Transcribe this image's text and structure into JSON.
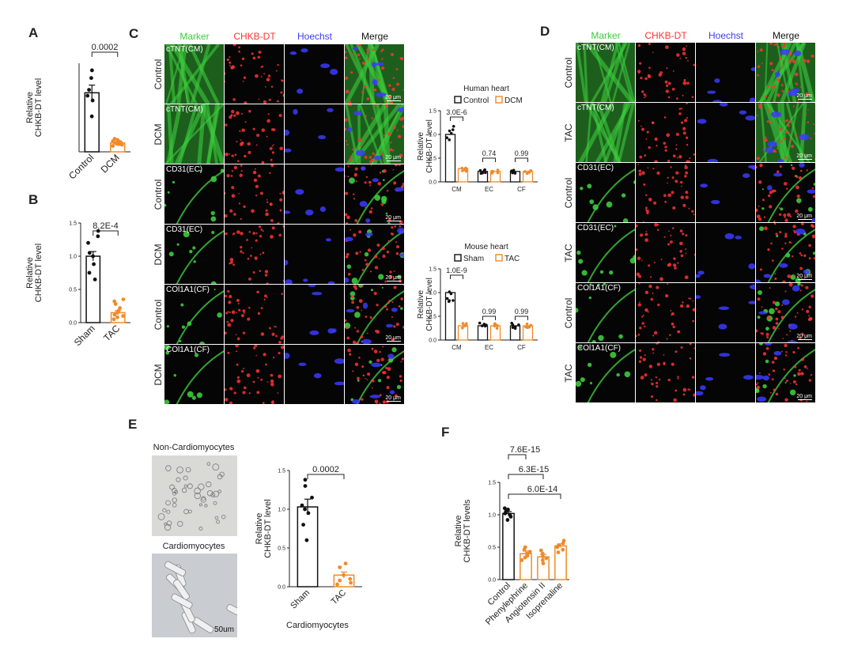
{
  "panels": {
    "A": {
      "letter": "A"
    },
    "B": {
      "letter": "B"
    },
    "C": {
      "letter": "C"
    },
    "D": {
      "letter": "D"
    },
    "E": {
      "letter": "E"
    },
    "F": {
      "letter": "F"
    }
  },
  "colors": {
    "black": "#111111",
    "orange": "#f08a2a",
    "green": "#3ccc3c",
    "red": "#ff3333",
    "blue": "#3b3bff"
  },
  "micro_headers": {
    "marker": "Marker",
    "chkb": "CHKB-DT",
    "hoechst": "Hoechst",
    "merge": "Merge"
  },
  "panelC": {
    "rows": [
      {
        "label": "Control",
        "marker": "cTNT(CM)"
      },
      {
        "label": "DCM",
        "marker": "cTNT(CM)"
      },
      {
        "label": "Control",
        "marker": "CD31(EC)"
      },
      {
        "label": "DCM",
        "marker": "CD31(EC)"
      },
      {
        "label": "Control",
        "marker": "COl1A1(CF)"
      },
      {
        "label": "DCM",
        "marker": "COl1A1(CF)"
      }
    ],
    "scale": "20 μm"
  },
  "panelD": {
    "rows": [
      {
        "label": "Control",
        "marker": "cTNT(CM)"
      },
      {
        "label": "TAC",
        "marker": "cTNT(CM)"
      },
      {
        "label": "Control",
        "marker": "CD31(EC)"
      },
      {
        "label": "TAC",
        "marker": "CD31(EC)"
      },
      {
        "label": "Control",
        "marker": "COl1A1(CF)"
      },
      {
        "label": "TAC",
        "marker": "COl1A1(CF)"
      }
    ],
    "scale": "20 μm"
  },
  "panelE": {
    "img_top_label": "Non-Cardiomyocytes",
    "img_bottom_label": "Cardiomyocytes",
    "scale": "50um",
    "group_label": "Cardiomyocytes"
  },
  "chart_data": [
    {
      "id": "A",
      "type": "bar",
      "ylabel": "Relative CHKB-DT level",
      "categories": [
        "Control",
        "DCM"
      ],
      "values": [
        1.0,
        0.15
      ],
      "sem": [
        0.13,
        0.02
      ],
      "colors": [
        "black",
        "orange"
      ],
      "ylim": [
        0,
        1.5
      ],
      "yticks": [],
      "points": [
        [
          0.6,
          0.87,
          0.95,
          1.05,
          1.25,
          1.38
        ],
        [
          0.1,
          0.12,
          0.13,
          0.14,
          0.15,
          0.16,
          0.17,
          0.18,
          0.2,
          0.22
        ]
      ],
      "annotations": [
        {
          "text": "0.0002",
          "from": 0,
          "to": 1
        }
      ]
    },
    {
      "id": "B",
      "type": "bar",
      "ylabel": "Relative CHKB-DT level",
      "categories": [
        "Sham",
        "TAC"
      ],
      "values": [
        1.0,
        0.15
      ],
      "sem": [
        0.07,
        0.03
      ],
      "colors": [
        "black",
        "orange"
      ],
      "ylim": [
        0,
        1.5
      ],
      "yticks": [
        "0.0",
        "0.5",
        "1.0",
        "1.5"
      ],
      "points": [
        [
          0.65,
          0.75,
          0.88,
          1.0,
          1.05,
          1.2,
          1.3,
          1.38
        ],
        [
          0.05,
          0.08,
          0.1,
          0.12,
          0.15,
          0.18,
          0.22,
          0.28,
          0.32,
          0.35
        ]
      ],
      "annotations": [
        {
          "text": "8.2E-4",
          "from": 0,
          "to": 1
        }
      ]
    },
    {
      "id": "C-human",
      "type": "bar",
      "title": "Human heart",
      "ylabel": "Relative CHKB-DT level",
      "categories": [
        "CM",
        "EC",
        "CF"
      ],
      "ylim": [
        0,
        1.5
      ],
      "yticks": [
        "0.0",
        "0.5",
        "1.0",
        "1.5"
      ],
      "series": [
        {
          "name": "Control",
          "color": "black",
          "values": [
            1.0,
            0.22,
            0.22
          ]
        },
        {
          "name": "DCM",
          "color": "orange",
          "values": [
            0.28,
            0.22,
            0.22
          ]
        }
      ],
      "annotations": [
        {
          "text": "3.0E-6",
          "cat": 0
        },
        {
          "text": "0.74",
          "cat": 1
        },
        {
          "text": "0.99",
          "cat": 2
        }
      ]
    },
    {
      "id": "D-mouse",
      "type": "bar",
      "title": "Mouse heart",
      "ylabel": "Relative CHKB-DT level",
      "categories": [
        "CM",
        "EC",
        "CF"
      ],
      "ylim": [
        0,
        1.5
      ],
      "yticks": [
        "0.0",
        "0.5",
        "1.0",
        "1.5"
      ],
      "series": [
        {
          "name": "Sham",
          "color": "black",
          "values": [
            1.0,
            0.3,
            0.3
          ]
        },
        {
          "name": "TAC",
          "color": "orange",
          "values": [
            0.3,
            0.3,
            0.3
          ]
        }
      ],
      "annotations": [
        {
          "text": "1.0E-9",
          "cat": 0
        },
        {
          "text": "0.99",
          "cat": 1
        },
        {
          "text": "0.99",
          "cat": 2
        }
      ]
    },
    {
      "id": "E",
      "type": "bar",
      "ylabel": "Relative CHKB-DT level",
      "categories": [
        "Sham",
        "TAC"
      ],
      "values": [
        1.03,
        0.15
      ],
      "sem": [
        0.1,
        0.04
      ],
      "colors": [
        "black",
        "orange"
      ],
      "ylim": [
        0,
        1.5
      ],
      "yticks": [
        "0.0",
        "0.5",
        "1.0",
        "1.5"
      ],
      "points": [
        [
          0.6,
          0.8,
          0.95,
          1.0,
          1.05,
          1.15,
          1.3,
          1.38
        ],
        [
          0.03,
          0.05,
          0.08,
          0.1,
          0.15,
          0.25,
          0.3
        ]
      ],
      "annotations": [
        {
          "text": "0.0002",
          "from": 0,
          "to": 1
        }
      ]
    },
    {
      "id": "F",
      "type": "bar",
      "ylabel": "Relative CHKB-DT levels",
      "categories": [
        "Control",
        "Phenylephrine",
        "Angiotensin II",
        "Isoprenaline"
      ],
      "values": [
        1.02,
        0.4,
        0.35,
        0.52
      ],
      "sem": [
        0.03,
        0.04,
        0.04,
        0.03
      ],
      "colors": [
        "black",
        "orange",
        "orange",
        "orange"
      ],
      "ylim": [
        0,
        1.5
      ],
      "yticks": [
        "0.0",
        "0.5",
        "1.0",
        "1.5"
      ],
      "points": [
        [
          0.92,
          0.97,
          1.0,
          1.02,
          1.05,
          1.08,
          1.1
        ],
        [
          0.3,
          0.34,
          0.37,
          0.4,
          0.43,
          0.46,
          0.5
        ],
        [
          0.25,
          0.3,
          0.33,
          0.36,
          0.4,
          0.45
        ],
        [
          0.42,
          0.46,
          0.5,
          0.53,
          0.56,
          0.6
        ]
      ],
      "annotations": [
        {
          "text": "7.6E-15",
          "from": 0,
          "to": 1
        },
        {
          "text": "6.3E-15",
          "from": 0,
          "to": 2
        },
        {
          "text": "6.0E-14",
          "from": 0,
          "to": 3
        }
      ]
    }
  ]
}
